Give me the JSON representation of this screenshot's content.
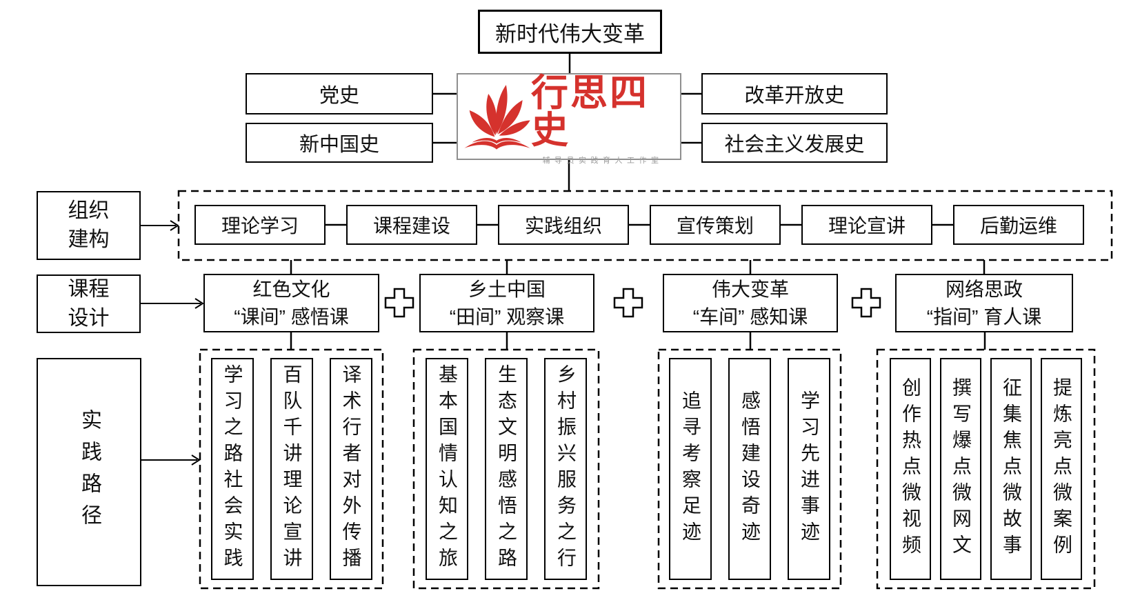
{
  "root": {
    "title": "新时代伟大变革"
  },
  "logo": {
    "name": "行思四史",
    "subtitle": "辅导员实践育人工作室",
    "brand_color": "#d5322d",
    "subtitle_color": "#9b9b9b",
    "border_color": "#8f8f8f"
  },
  "histories": {
    "left": [
      "党史",
      "新中国史"
    ],
    "right": [
      "改革开放史",
      "社会主义发展史"
    ]
  },
  "organization": {
    "row_label": {
      "line1": "组织",
      "line2": "建构"
    },
    "items": [
      "理论学习",
      "课程建设",
      "实践组织",
      "宣传策划",
      "理论宣讲",
      "后勤运维"
    ]
  },
  "courses": {
    "row_label": {
      "line1": "课程",
      "line2": "设计"
    },
    "items": [
      {
        "line1": "红色文化",
        "line2": "“课间” 感悟课"
      },
      {
        "line1": "乡土中国",
        "line2": "“田间” 观察课"
      },
      {
        "line1": "伟大变革",
        "line2": "“车间” 感知课"
      },
      {
        "line1": "网络思政",
        "line2": "“指间” 育人课"
      }
    ]
  },
  "practice": {
    "row_label": "实践路径",
    "groups": [
      {
        "columns": [
          "学习之路社会实践",
          "百队千讲理论宣讲",
          "译术行者对外传播"
        ]
      },
      {
        "columns": [
          "基本国情认知之旅",
          "生态文明感悟之路",
          "乡村振兴服务之行"
        ]
      },
      {
        "columns": [
          "追寻考察足迹",
          "感悟建设奇迹",
          "学习先进事迹"
        ]
      },
      {
        "columns": [
          "创作热点微视频",
          "撰写爆点微网文",
          "征集焦点微故事",
          "提炼亮点微案例"
        ]
      }
    ]
  }
}
